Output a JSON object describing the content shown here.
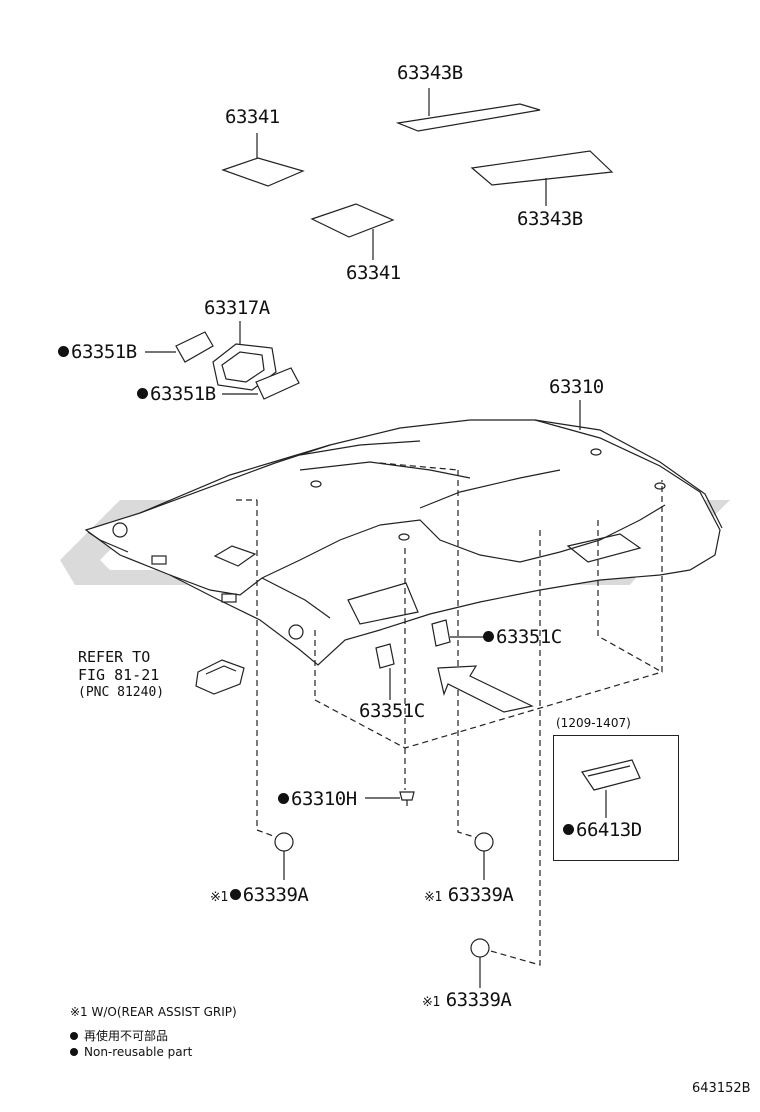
{
  "parts": {
    "p63343b_top": "63343B",
    "p63341_top": "63341",
    "p63343b_right": "63343B",
    "p63341_bottom": "63341",
    "p63317a": "63317A",
    "p63351b_1": "63351B",
    "p63351b_2": "63351B",
    "p63310": "63310",
    "p63351c_right": "63351C",
    "p63351c_left": "63351C",
    "p63310h": "63310H",
    "p63339a_1": "63339A",
    "p63339a_2": "63339A",
    "p63339a_3": "63339A",
    "p66413d": "66413D"
  },
  "refer": {
    "line1": "REFER TO",
    "line2": "FIG 81-21",
    "line3": "(PNC 81240)"
  },
  "inset_period": "(1209-1407)",
  "marks": {
    "note_mark": "※1"
  },
  "legend": {
    "note1": "※1 W/O(REAR ASSIST GRIP)",
    "nonreusable_jp": "再使用不可部品",
    "nonreusable_en": "Non-reusable part"
  },
  "figure_id": "643152B",
  "watermark_color": "#d9d9d9",
  "line_color": "#222222"
}
